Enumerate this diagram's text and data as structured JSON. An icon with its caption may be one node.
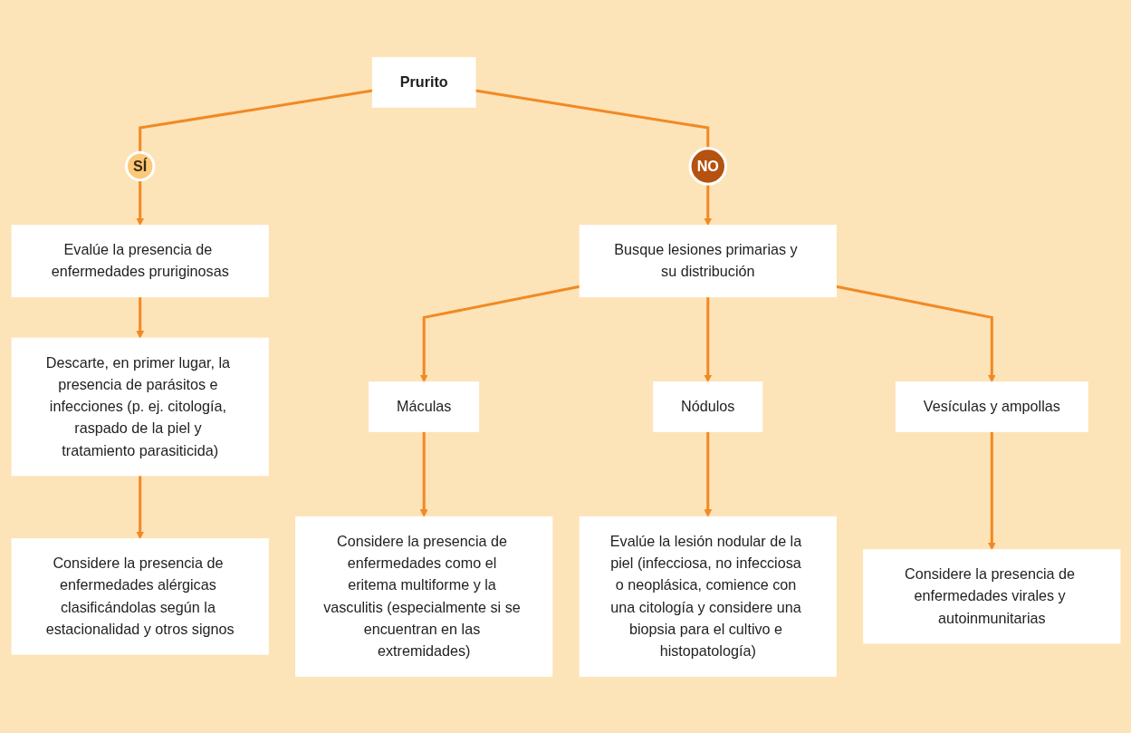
{
  "diagram": {
    "nodes": [
      {
        "text": [
          "Prurito"
        ]
      },
      {
        "text": [
          "SÍ"
        ]
      },
      {
        "text": [
          "NO"
        ]
      },
      {
        "text": [
          "Evalúe la presencia de enfermedades pruriginosas"
        ]
      },
      {
        "text": [
          "Descarte, en primer lugar, la presencia de parásitos e infecciones (p. ej. citología, raspado de la piel y tratamiento parasiticida)"
        ]
      },
      {
        "text": [
          "Considere la presencia de enfermedades alérgicas clasificándolas según la estacionalidad y otros signos"
        ]
      },
      {
        "text": [
          "Busque lesiones primarias y su distribución"
        ]
      },
      {
        "text": [
          "Máculas"
        ]
      },
      {
        "text": [
          "Nódulos"
        ]
      },
      {
        "text": [
          "Vesículas y ampollas"
        ]
      },
      {
        "text": [
          "Considere la presencia de enfermedades como el eritema multiforme y la vasculitis (especialmente si se encuentran en las extremidades)"
        ]
      },
      {
        "text": [
          "Evalúe la lesión nodular de la piel (infecciosa, no infecciosa o neoplásica, comience con una citología y considere una biopsia para el cultivo e histopatología)"
        ]
      },
      {
        "text": [
          "Considere la presencia de enfermedades virales y autoinmunitarias"
        ]
      }
    ],
    "edges": [
      {
        "from": 0,
        "to": 1,
        "arrow": "none"
      },
      {
        "from": 1,
        "to": 3,
        "arrow": "to"
      },
      {
        "from": 0,
        "to": 2,
        "arrow": "none"
      },
      {
        "from": 2,
        "to": 6,
        "arrow": "to"
      },
      {
        "from": 3,
        "to": 4,
        "arrow": "to"
      },
      {
        "from": 4,
        "to": 5,
        "arrow": "to"
      },
      {
        "from": 6,
        "to": 7,
        "arrow": "to"
      },
      {
        "from": 6,
        "to": 8,
        "arrow": "to"
      },
      {
        "from": 6,
        "to": 9,
        "arrow": "to"
      },
      {
        "from": 7,
        "to": 10,
        "arrow": "to"
      },
      {
        "from": 8,
        "to": 11,
        "arrow": "to"
      },
      {
        "from": 9,
        "to": 12,
        "arrow": "to"
      }
    ]
  }
}
